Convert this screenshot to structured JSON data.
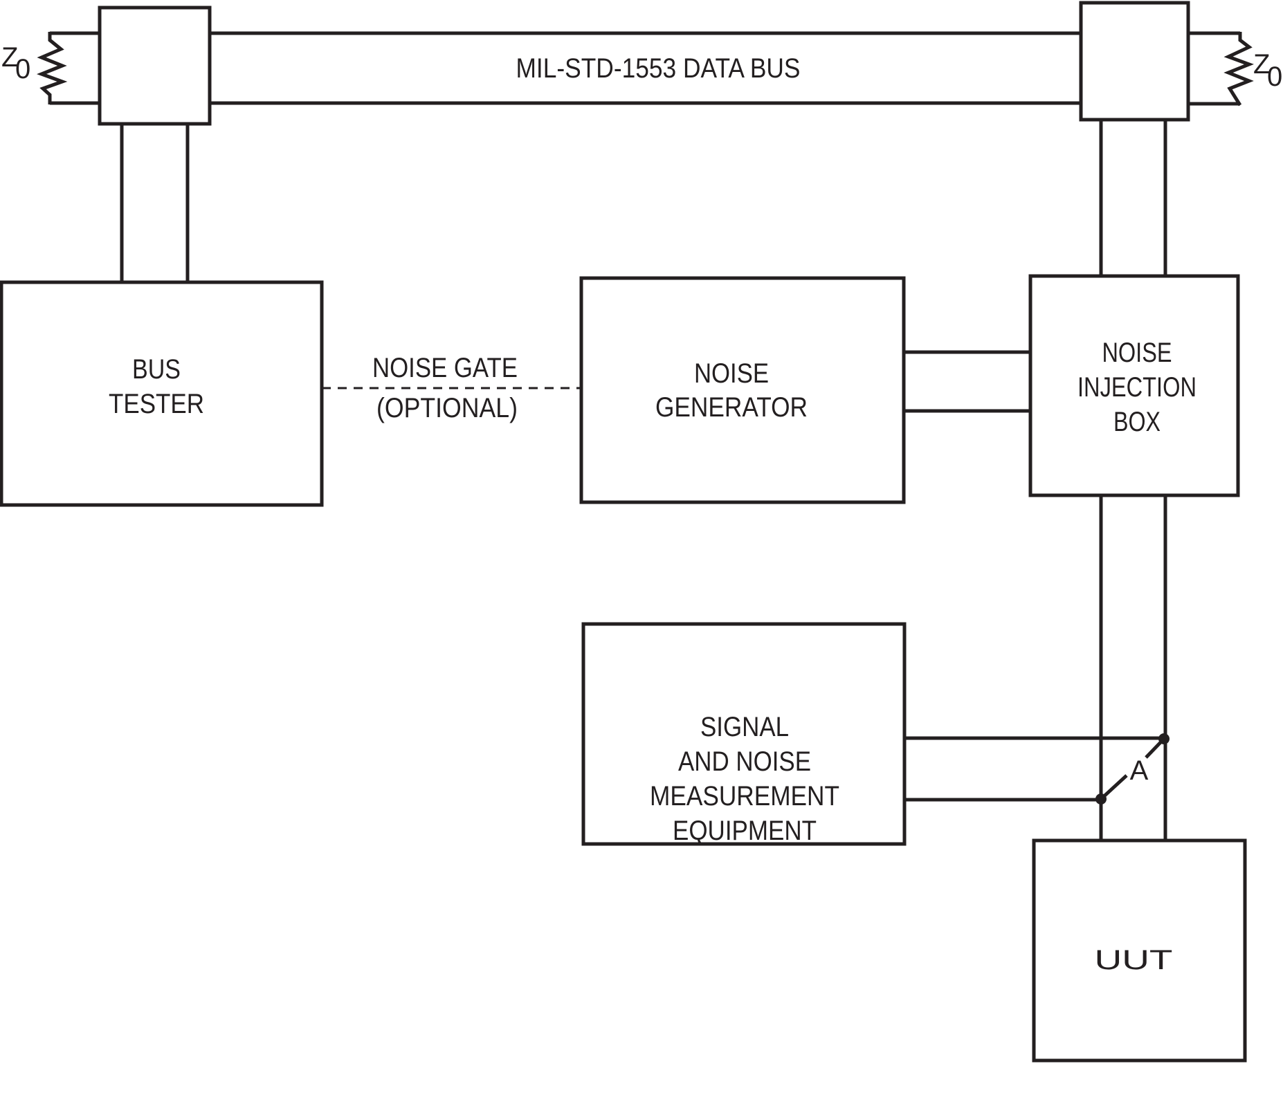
{
  "diagram": {
    "bus": {
      "label": "MIL-STD-1553 DATA BUS",
      "termination_left": {
        "symbol": "Z",
        "subscript": "0"
      },
      "termination_right": {
        "symbol": "Z",
        "subscript": "0"
      }
    },
    "blocks": {
      "bus_tester": {
        "lines": [
          "BUS",
          "TESTER"
        ]
      },
      "noise_generator": {
        "lines": [
          "NOISE",
          "GENERATOR"
        ]
      },
      "noise_injection_box": {
        "lines": [
          "NOISE",
          "INJECTION",
          "BOX"
        ]
      },
      "measurement_equipment": {
        "lines": [
          "SIGNAL",
          "AND NOISE",
          "MEASUREMENT",
          "EQUIPMENT"
        ]
      },
      "uut": {
        "lines": [
          "UUT"
        ]
      }
    },
    "noise_gate": {
      "lines": [
        "NOISE GATE",
        "(OPTIONAL)"
      ]
    },
    "switch": {
      "label": "A"
    },
    "colors": {
      "ink": "#231f20",
      "background": "#ffffff"
    }
  }
}
